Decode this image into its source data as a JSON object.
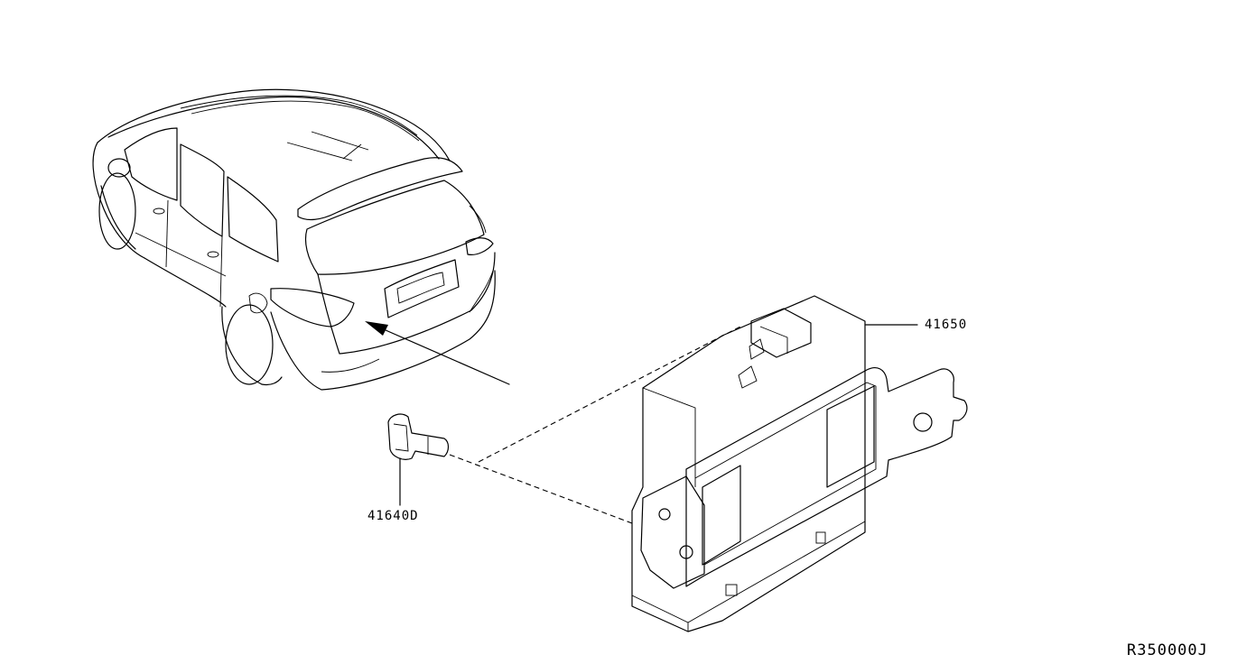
{
  "diagram": {
    "parts": [
      {
        "id": "module",
        "label": "41650"
      },
      {
        "id": "bolt",
        "label": "41640D"
      }
    ],
    "reference_code": "R350000J"
  }
}
